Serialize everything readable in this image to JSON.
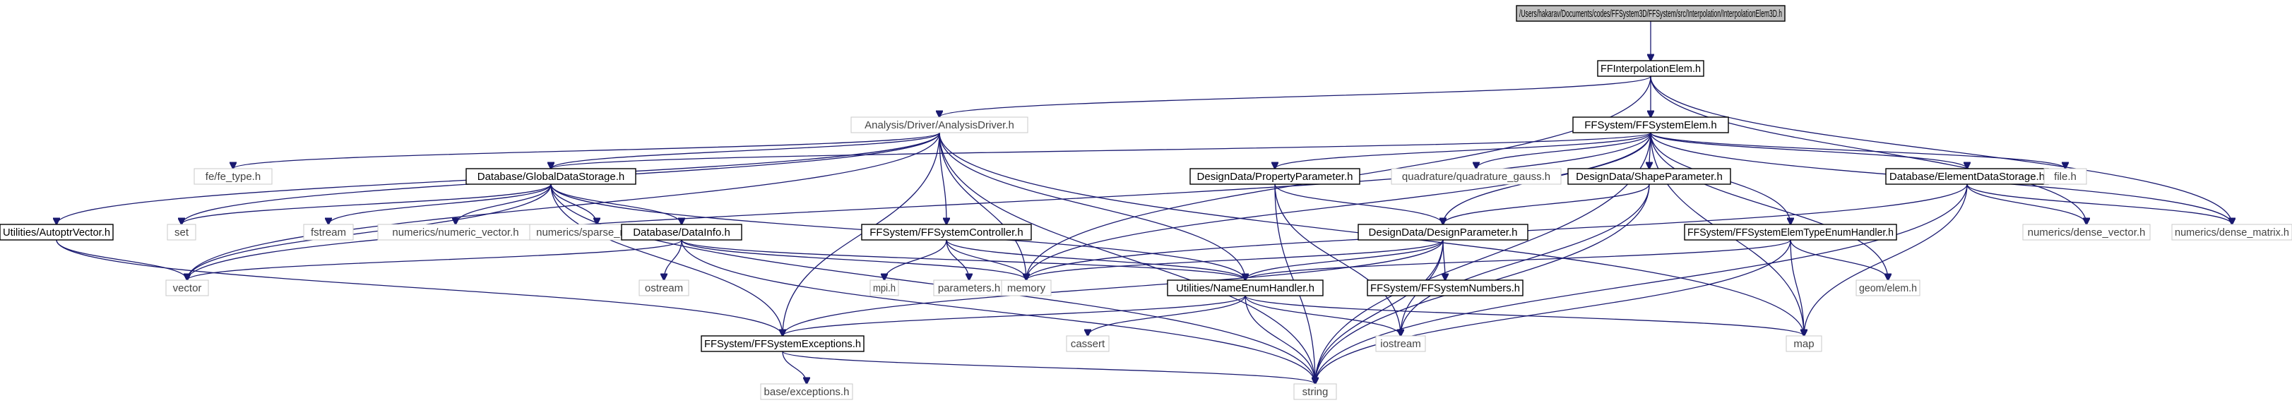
{
  "graph": {
    "colors": {
      "edge": "#191970",
      "root_fill": "#bfbfbf",
      "box_stroke": "#000000",
      "external_text": "#444444"
    },
    "nodes": [
      {
        "id": "root",
        "label": "/Users/hakarav/Documents/codes/FFSystem3D/FFSystem/src/Interpolation/InterpolationElem3D.h",
        "kind": "root"
      },
      {
        "id": "interp",
        "label": "FFInterpolationElem.h",
        "kind": "box"
      },
      {
        "id": "analysis",
        "label": "Analysis/Driver/AnalysisDriver.h",
        "kind": "plain"
      },
      {
        "id": "ffelem",
        "label": "FFSystem/FFSystemElem.h",
        "kind": "box"
      },
      {
        "id": "feitype",
        "label": "fe/fe_type.h",
        "kind": "plain"
      },
      {
        "id": "globalds",
        "label": "Database/GlobalDataStorage.h",
        "kind": "box"
      },
      {
        "id": "ffctrl",
        "label": "FFSystem/FFSystemController.h",
        "kind": "box"
      },
      {
        "id": "propparam",
        "label": "DesignData/PropertyParameter.h",
        "kind": "box"
      },
      {
        "id": "quadgauss",
        "label": "quadrature/quadrature_gauss.h",
        "kind": "plain"
      },
      {
        "id": "shapeparam",
        "label": "DesignData/ShapeParameter.h",
        "kind": "box"
      },
      {
        "id": "elemds",
        "label": "Database/ElementDataStorage.h",
        "kind": "box"
      },
      {
        "id": "autoptr",
        "label": "Utilities/AutoptrVector.h",
        "kind": "box"
      },
      {
        "id": "set",
        "label": "set",
        "kind": "plain"
      },
      {
        "id": "fstream",
        "label": "fstream",
        "kind": "plain"
      },
      {
        "id": "numvec",
        "label": "numerics/numeric_vector.h",
        "kind": "plain"
      },
      {
        "id": "sparse",
        "label": "numerics/sparse_matrix.h",
        "kind": "plain"
      },
      {
        "id": "dbinfo",
        "label": "Database/DataInfo.h",
        "kind": "box"
      },
      {
        "id": "designparam",
        "label": "DesignData/DesignParameter.h",
        "kind": "box"
      },
      {
        "id": "elemtypehandler",
        "label": "FFSystem/FFSystemElemTypeEnumHandler.h",
        "kind": "box"
      },
      {
        "id": "fileh",
        "label": "file.h",
        "kind": "plain"
      },
      {
        "id": "densevec",
        "label": "numerics/dense_vector.h",
        "kind": "plain"
      },
      {
        "id": "densemat",
        "label": "numerics/dense_matrix.h",
        "kind": "plain"
      },
      {
        "id": "vector",
        "label": "vector",
        "kind": "plain"
      },
      {
        "id": "ostream",
        "label": "ostream",
        "kind": "plain"
      },
      {
        "id": "mpi",
        "label": "mpi.h",
        "kind": "plain"
      },
      {
        "id": "parameters",
        "label": "parameters.h",
        "kind": "plain"
      },
      {
        "id": "memory",
        "label": "memory",
        "kind": "plain"
      },
      {
        "id": "namehandler",
        "label": "Utilities/NameEnumHandler.h",
        "kind": "box"
      },
      {
        "id": "ffnumbers",
        "label": "FFSystem/FFSystemNumbers.h",
        "kind": "box"
      },
      {
        "id": "geomelem",
        "label": "geom/elem.h",
        "kind": "plain"
      },
      {
        "id": "ffexcept",
        "label": "FFSystem/FFSystemExceptions.h",
        "kind": "box"
      },
      {
        "id": "cassert",
        "label": "cassert",
        "kind": "plain"
      },
      {
        "id": "iostream",
        "label": "iostream",
        "kind": "plain"
      },
      {
        "id": "map",
        "label": "map",
        "kind": "plain"
      },
      {
        "id": "baseexcept",
        "label": "base/exceptions.h",
        "kind": "plain"
      },
      {
        "id": "string",
        "label": "string",
        "kind": "plain"
      }
    ],
    "edges": [
      [
        "root",
        "interp"
      ],
      [
        "interp",
        "analysis"
      ],
      [
        "interp",
        "ffelem"
      ],
      [
        "interp",
        "memory"
      ],
      [
        "interp",
        "densevec"
      ],
      [
        "interp",
        "densemat"
      ],
      [
        "analysis",
        "feitype"
      ],
      [
        "analysis",
        "set"
      ],
      [
        "analysis",
        "globalds"
      ],
      [
        "analysis",
        "ffctrl"
      ],
      [
        "analysis",
        "autoptr"
      ],
      [
        "analysis",
        "vector"
      ],
      [
        "analysis",
        "memory"
      ],
      [
        "analysis",
        "namehandler"
      ],
      [
        "analysis",
        "ffexcept"
      ],
      [
        "analysis",
        "string"
      ],
      [
        "analysis",
        "map"
      ],
      [
        "ffelem",
        "globalds"
      ],
      [
        "ffelem",
        "propparam"
      ],
      [
        "ffelem",
        "quadgauss"
      ],
      [
        "ffelem",
        "shapeparam"
      ],
      [
        "ffelem",
        "elemds"
      ],
      [
        "ffelem",
        "elemtypehandler"
      ],
      [
        "ffelem",
        "fileh"
      ],
      [
        "ffelem",
        "geomelem"
      ],
      [
        "ffelem",
        "densemat"
      ],
      [
        "ffelem",
        "vector"
      ],
      [
        "ffelem",
        "memory"
      ],
      [
        "ffelem",
        "designparam"
      ],
      [
        "ffelem",
        "string"
      ],
      [
        "ffelem",
        "map"
      ],
      [
        "globalds",
        "set"
      ],
      [
        "globalds",
        "fstream"
      ],
      [
        "globalds",
        "numvec"
      ],
      [
        "globalds",
        "sparse"
      ],
      [
        "globalds",
        "dbinfo"
      ],
      [
        "globalds",
        "vector"
      ],
      [
        "globalds",
        "namehandler"
      ],
      [
        "globalds",
        "ffexcept"
      ],
      [
        "globalds",
        "string"
      ],
      [
        "ffctrl",
        "mpi"
      ],
      [
        "ffctrl",
        "parameters"
      ],
      [
        "ffctrl",
        "memory"
      ],
      [
        "ffctrl",
        "namehandler"
      ],
      [
        "propparam",
        "designparam"
      ],
      [
        "propparam",
        "iostream"
      ],
      [
        "propparam",
        "string"
      ],
      [
        "shapeparam",
        "designparam"
      ],
      [
        "shapeparam",
        "iostream"
      ],
      [
        "shapeparam",
        "string"
      ],
      [
        "elemds",
        "memory"
      ],
      [
        "elemds",
        "densevec"
      ],
      [
        "elemds",
        "densemat"
      ],
      [
        "elemds",
        "map"
      ],
      [
        "elemds",
        "string"
      ],
      [
        "autoptr",
        "vector"
      ],
      [
        "autoptr",
        "ffexcept"
      ],
      [
        "dbinfo",
        "ostream"
      ],
      [
        "dbinfo",
        "memory"
      ],
      [
        "dbinfo",
        "string"
      ],
      [
        "dbinfo",
        "namehandler"
      ],
      [
        "dbinfo",
        "vector"
      ],
      [
        "designparam",
        "ffnumbers"
      ],
      [
        "designparam",
        "memory"
      ],
      [
        "designparam",
        "iostream"
      ],
      [
        "designparam",
        "string"
      ],
      [
        "designparam",
        "namehandler"
      ],
      [
        "designparam",
        "ffexcept"
      ],
      [
        "elemtypehandler",
        "namehandler"
      ],
      [
        "elemtypehandler",
        "geomelem"
      ],
      [
        "elemtypehandler",
        "map"
      ],
      [
        "elemtypehandler",
        "string"
      ],
      [
        "namehandler",
        "cassert"
      ],
      [
        "namehandler",
        "iostream"
      ],
      [
        "namehandler",
        "map"
      ],
      [
        "namehandler",
        "string"
      ],
      [
        "namehandler",
        "ffexcept"
      ],
      [
        "ffexcept",
        "baseexcept"
      ],
      [
        "ffexcept",
        "string"
      ]
    ]
  }
}
